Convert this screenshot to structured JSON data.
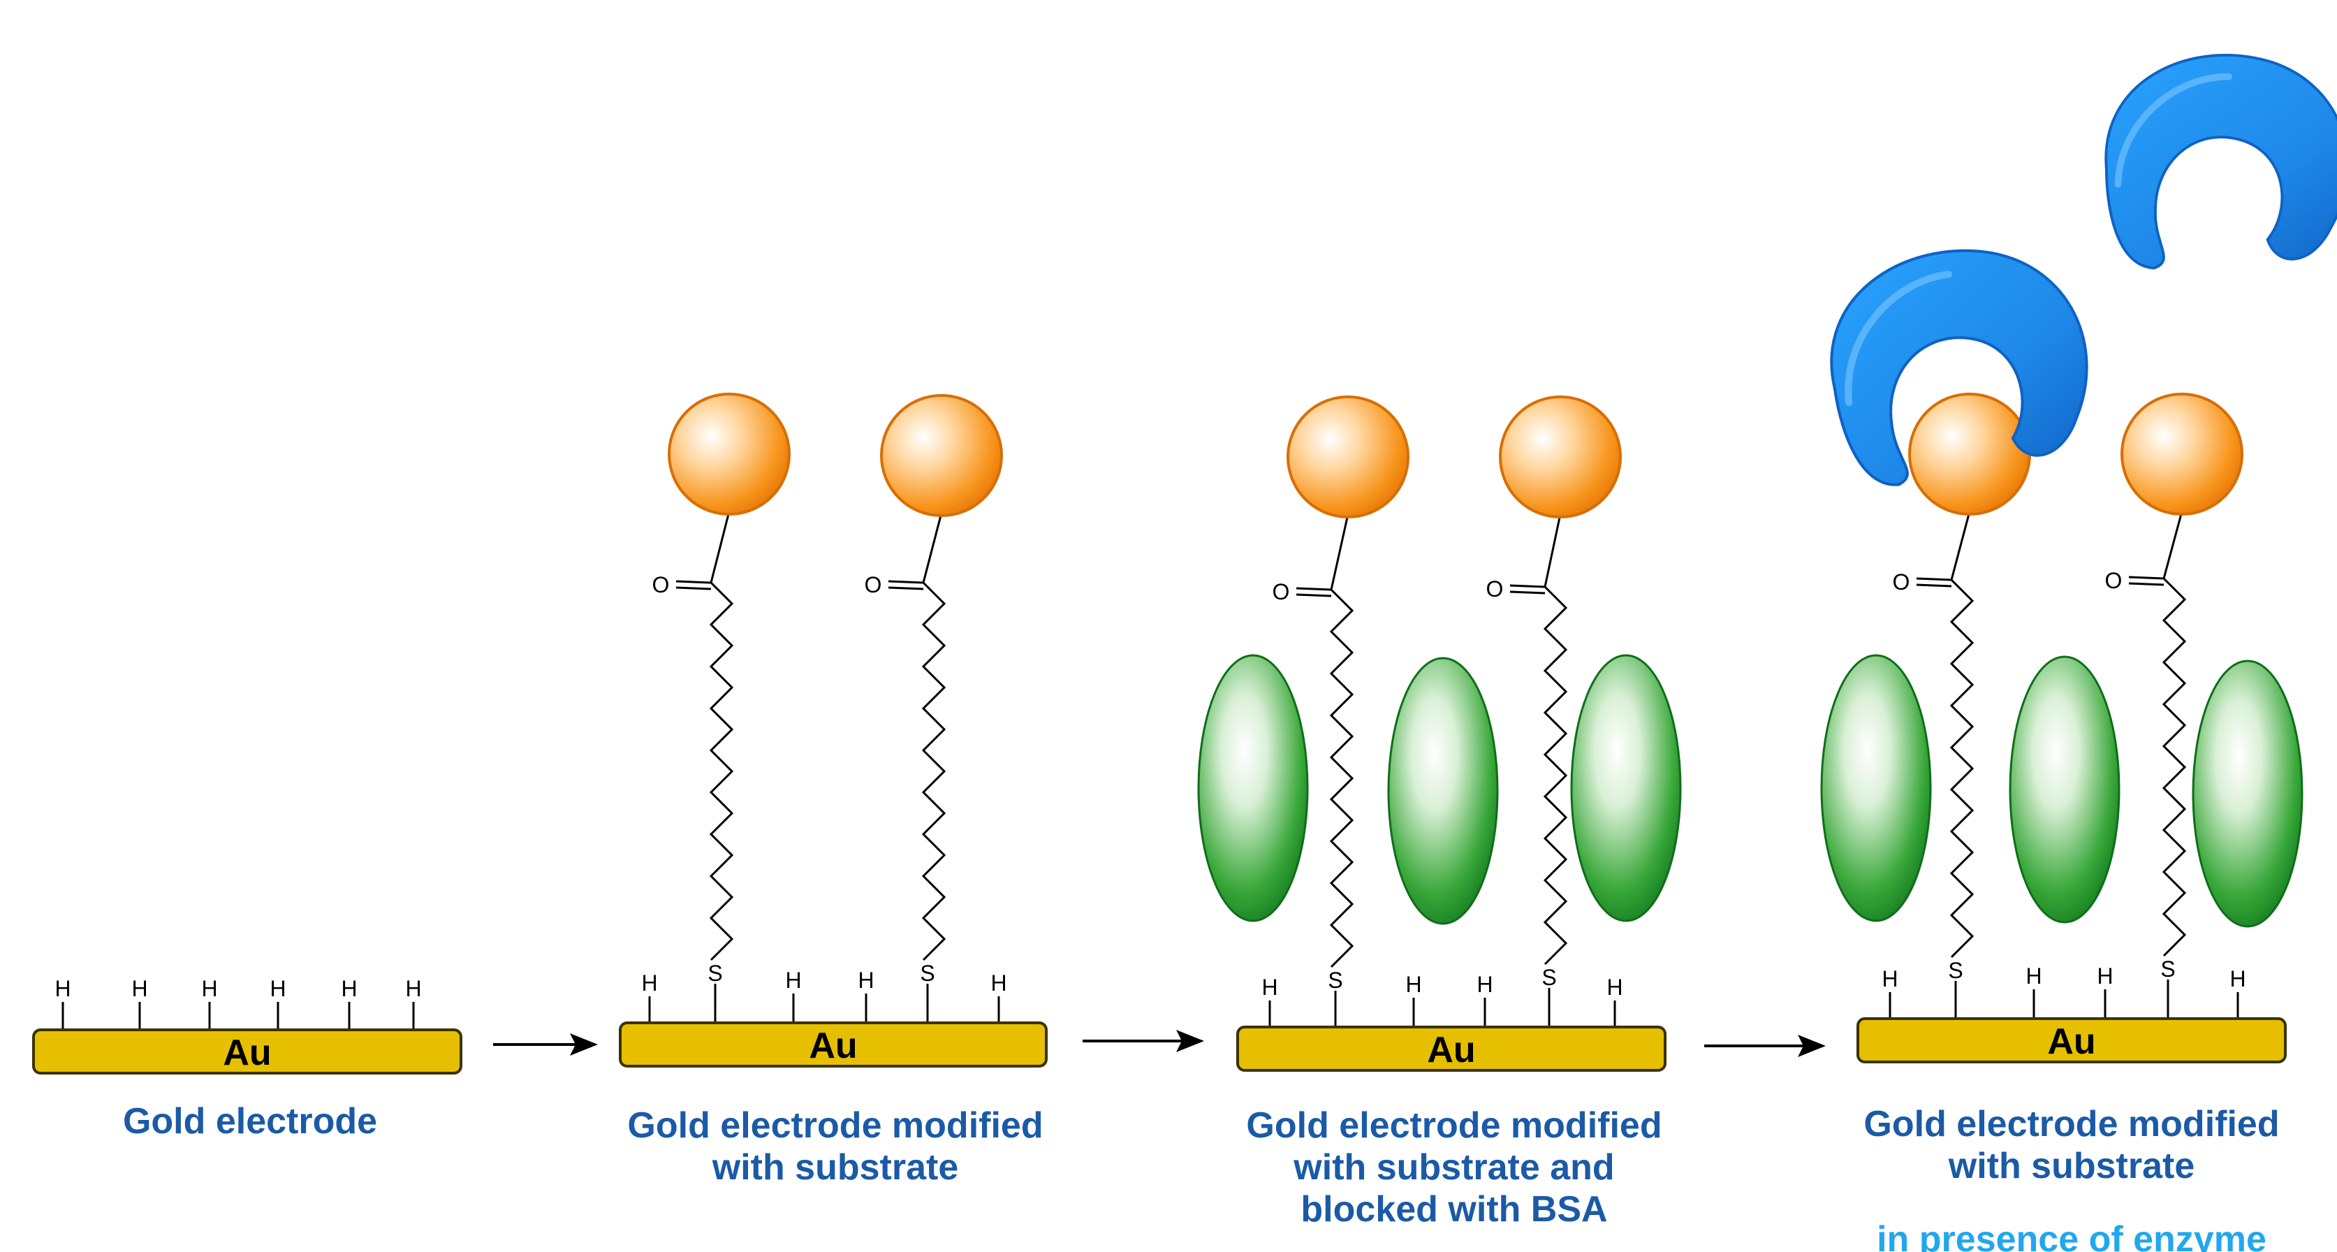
{
  "metal_label": "Au",
  "atoms": {
    "hydrogen": "H",
    "sulfur": "S",
    "oxygen": "O"
  },
  "steps": [
    {
      "caption_lines": [
        "Gold electrode"
      ]
    },
    {
      "caption_lines": [
        "Gold electrode modified",
        "with substrate"
      ]
    },
    {
      "caption_lines": [
        "Gold electrode modified",
        "with substrate and",
        "blocked with BSA"
      ]
    },
    {
      "caption_lines": [
        "Gold electrode modified",
        "with substrate"
      ],
      "note": "in presence of enzyme"
    }
  ],
  "colors": {
    "gold_fill": "#e6bf00",
    "gold_stroke": "#3a3300",
    "caption": "#1b5aa6",
    "note": "#22a7ee",
    "substrate_orange": "#f59a1c",
    "bsa_green": "#1f9a2a",
    "enzyme_blue": "#1e88e8"
  }
}
